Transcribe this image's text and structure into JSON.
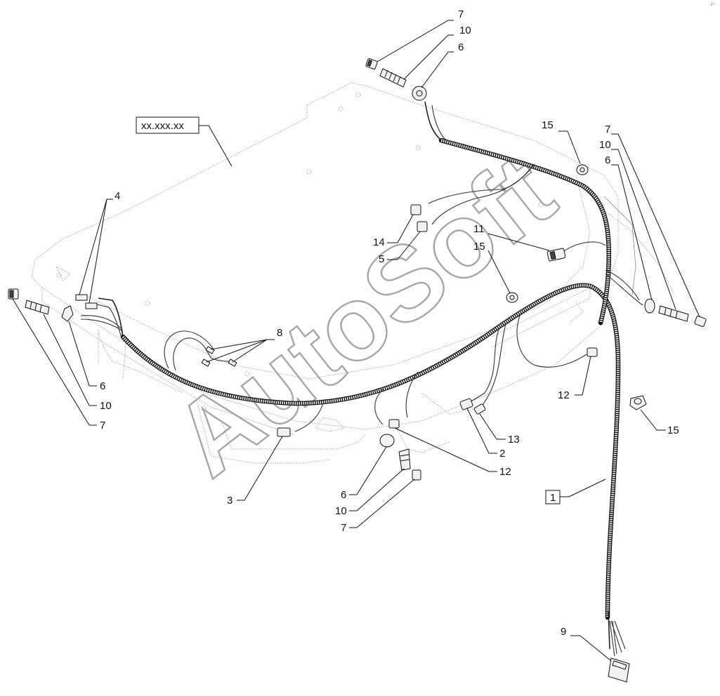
{
  "title_box": "xx.xxx.xx",
  "watermark": "AutoSoft",
  "callouts": {
    "c7a": "7",
    "c10a": "10",
    "c6a": "6",
    "c15a": "15",
    "c7b": "7",
    "c10b": "10",
    "c6b": "6",
    "c4": "4",
    "c14": "14",
    "c5": "5",
    "c11": "11",
    "c15b": "15",
    "c8": "8",
    "c6c": "6",
    "c10c": "10",
    "c7c": "7",
    "c12a": "12",
    "c15c": "15",
    "c13": "13",
    "c2": "2",
    "c12b": "12",
    "c3": "3",
    "c6d": "6",
    "c10d": "10",
    "c7d": "7",
    "c1": "1",
    "c9": "9"
  }
}
